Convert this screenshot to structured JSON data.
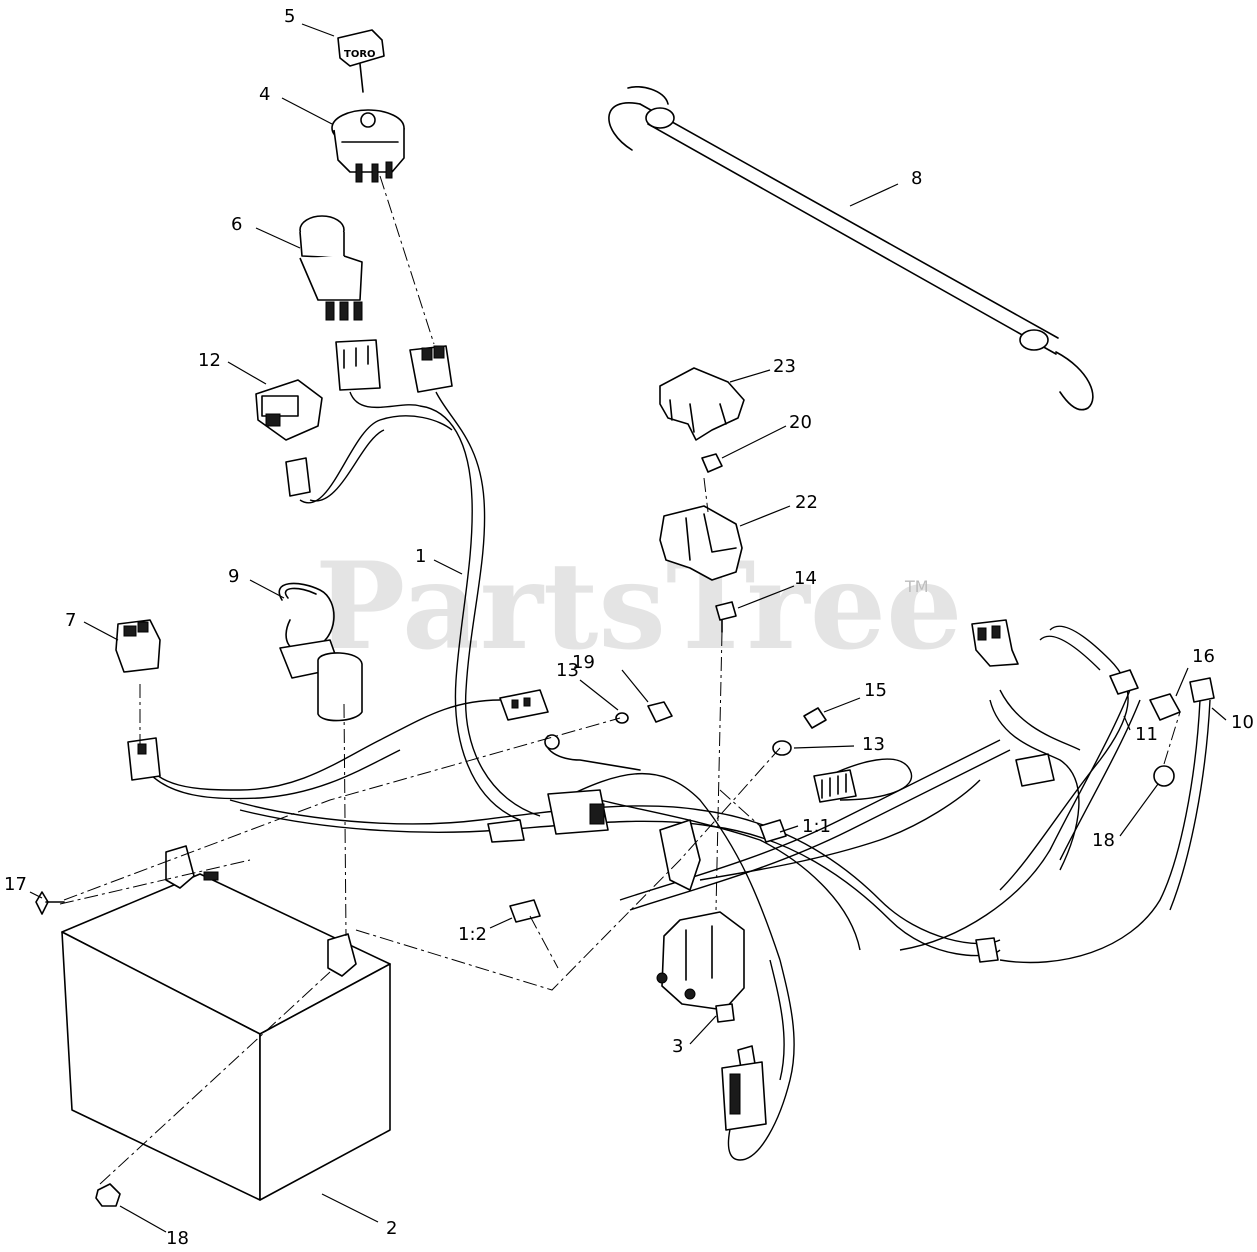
{
  "watermark": {
    "text": "PartsTree",
    "tm": "TM"
  },
  "key_label": "TORO",
  "callouts": [
    {
      "id": "c5",
      "label": "5"
    },
    {
      "id": "c4",
      "label": "4"
    },
    {
      "id": "c6",
      "label": "6"
    },
    {
      "id": "c12",
      "label": "12"
    },
    {
      "id": "c8",
      "label": "8"
    },
    {
      "id": "c23",
      "label": "23"
    },
    {
      "id": "c20",
      "label": "20"
    },
    {
      "id": "c22",
      "label": "22"
    },
    {
      "id": "c1",
      "label": "1"
    },
    {
      "id": "c9",
      "label": "9"
    },
    {
      "id": "c14",
      "label": "14"
    },
    {
      "id": "c7",
      "label": "7"
    },
    {
      "id": "c13a",
      "label": "13"
    },
    {
      "id": "c19",
      "label": "19"
    },
    {
      "id": "c15",
      "label": "15"
    },
    {
      "id": "c13b",
      "label": "13"
    },
    {
      "id": "c16",
      "label": "16"
    },
    {
      "id": "c11",
      "label": "11"
    },
    {
      "id": "c10",
      "label": "10"
    },
    {
      "id": "c11b",
      "label": "1:1"
    },
    {
      "id": "c18a",
      "label": "18"
    },
    {
      "id": "c17",
      "label": "17"
    },
    {
      "id": "c12b",
      "label": "1:2"
    },
    {
      "id": "c3",
      "label": "3"
    },
    {
      "id": "c18b",
      "label": "18"
    },
    {
      "id": "c2",
      "label": "2"
    }
  ]
}
